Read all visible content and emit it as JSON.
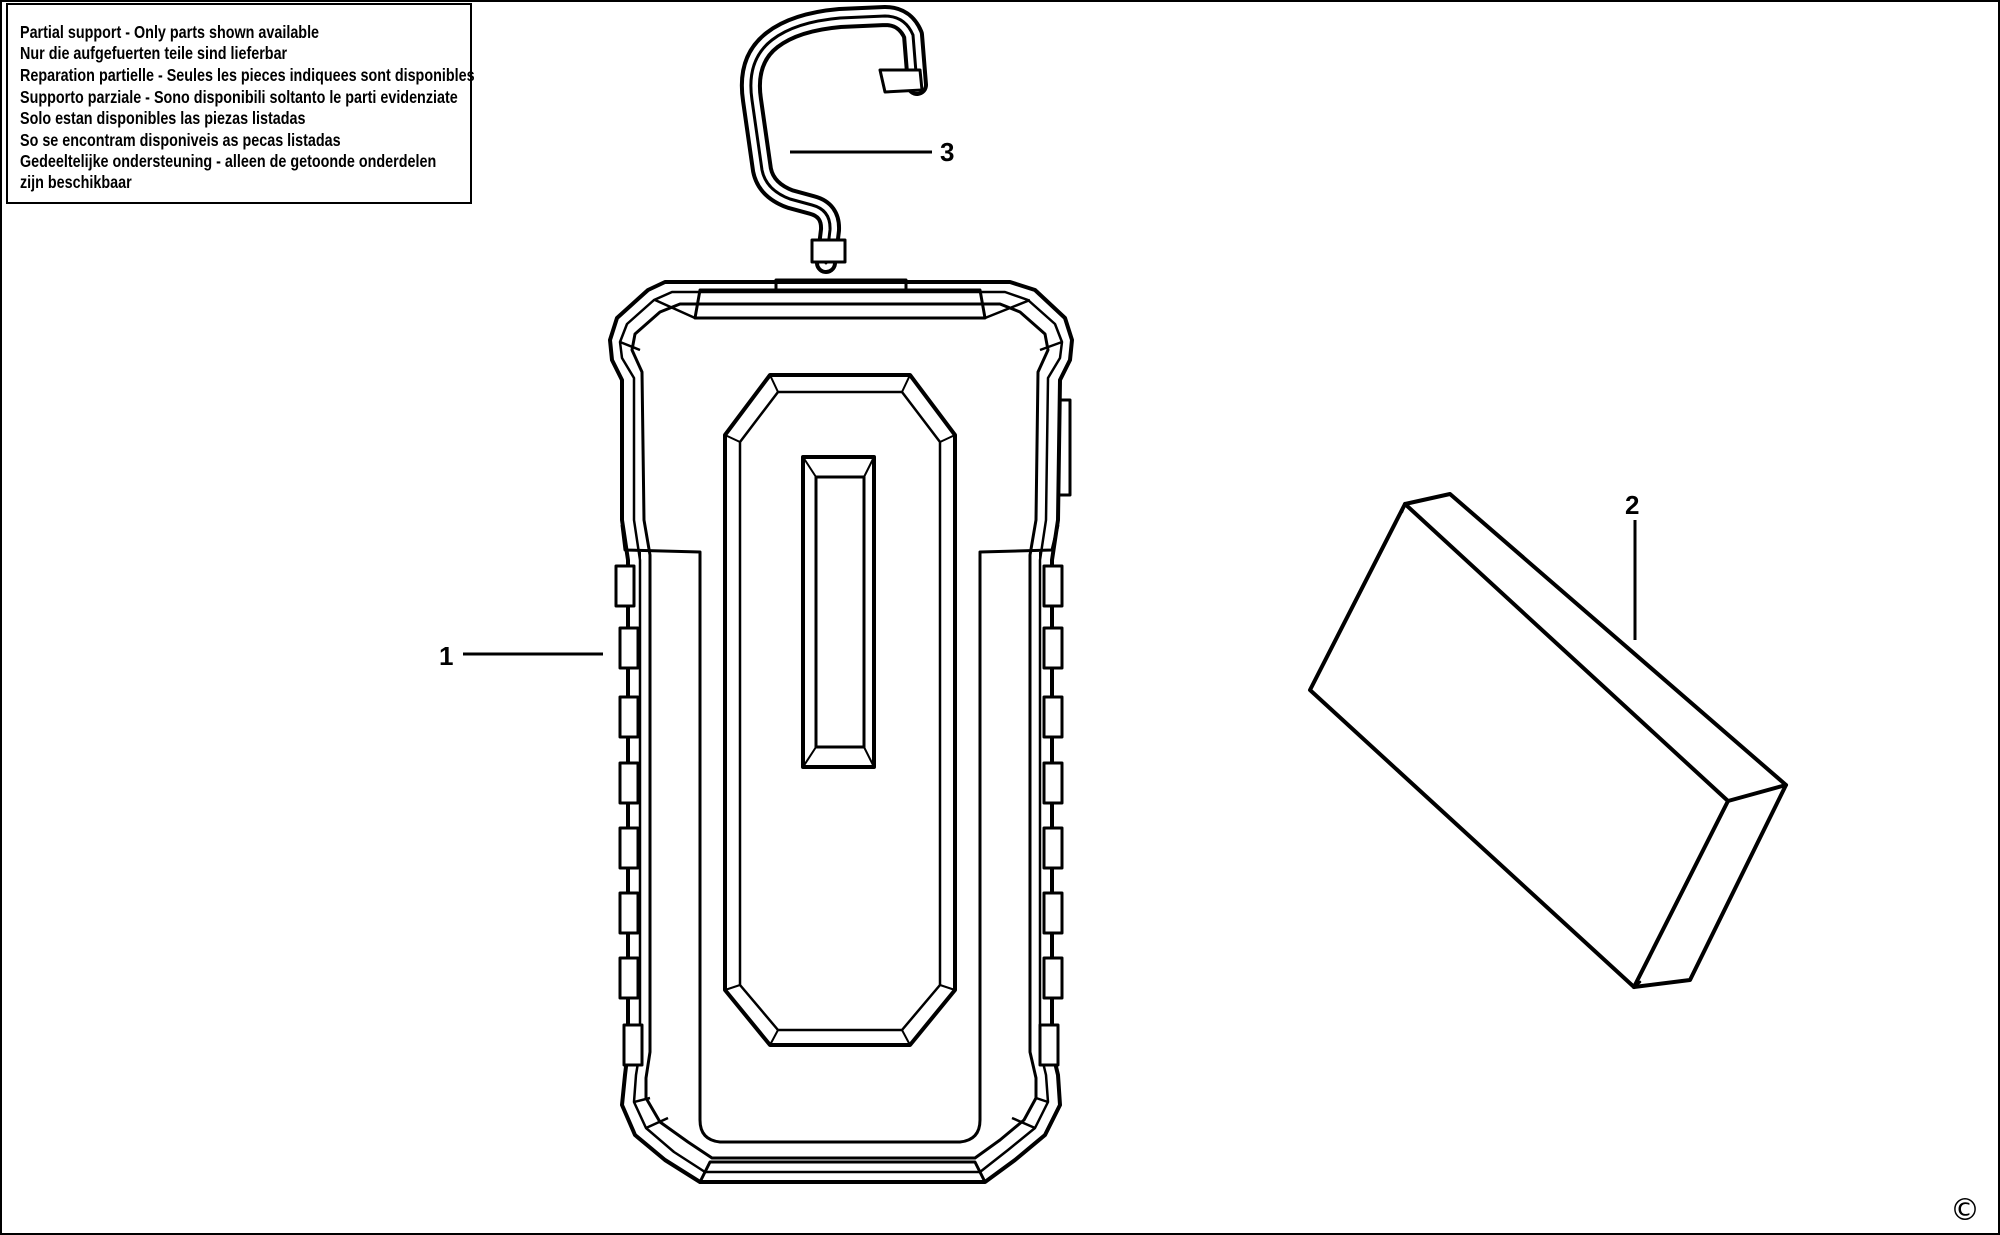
{
  "notice": {
    "lines": [
      "Partial support - Only parts shown available",
      "Nur die aufgefuerten teile sind lieferbar",
      "Reparation partielle - Seules les pieces indiquees sont disponibles",
      "Supporto parziale - Sono disponibili soltanto le parti evidenziate",
      "Solo estan disponibles las piezas listadas",
      "So se encontram disponiveis as pecas listadas",
      "Gedeeltelijke ondersteuning - alleen de getoonde onderdelen",
      "zijn beschikbaar"
    ]
  },
  "callouts": [
    {
      "label": "1",
      "part": "work-light-body"
    },
    {
      "label": "2",
      "part": "battery-pack"
    },
    {
      "label": "3",
      "part": "hanging-hook"
    }
  ],
  "copyright_symbol": "©",
  "colors": {
    "line": "#000000",
    "background": "#ffffff"
  }
}
